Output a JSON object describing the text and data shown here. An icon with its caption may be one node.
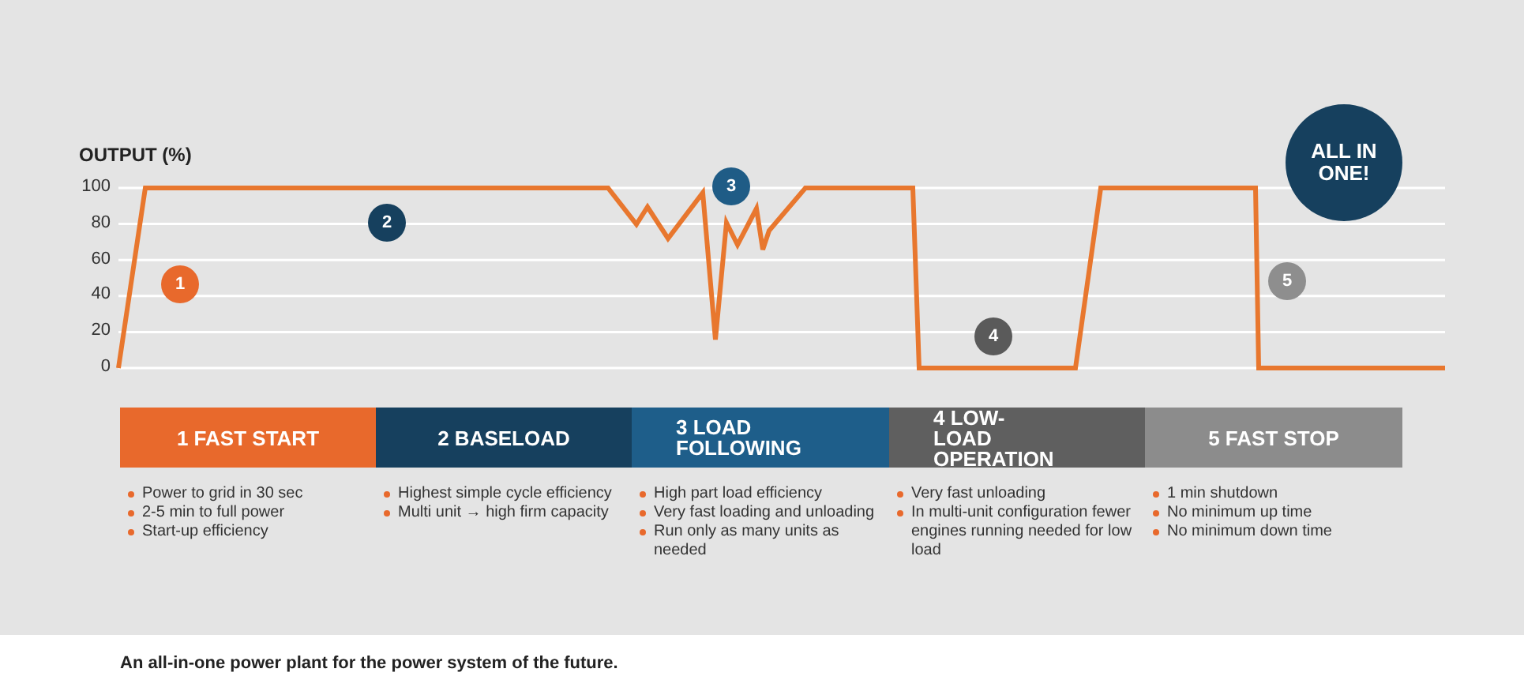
{
  "diagram": {
    "caption": "An all-in-one power plant for the power system of the future.",
    "nodes": [
      {
        "text": [
          "1"
        ]
      },
      {
        "text": [
          "2"
        ]
      },
      {
        "text": [
          "3"
        ]
      },
      {
        "text": [
          "4"
        ]
      },
      {
        "text": [
          "5"
        ]
      },
      {
        "text": [
          "ALL IN ONE!"
        ]
      },
      {
        "text": [
          "1 FAST START"
        ],
        "beside": [
          "Power to grid in 30 sec",
          "2-5 min to full power",
          "Start-up efficiency"
        ]
      },
      {
        "text": [
          "2 BASELOAD"
        ],
        "beside": [
          "Highest simple cycle efficiency",
          "Multi unit → high firm capacity"
        ]
      },
      {
        "text": [
          "3 LOAD FOLLOWING"
        ],
        "beside": [
          "High part load efficiency",
          "Very fast loading and unloading",
          "Run only as many units as needed"
        ]
      },
      {
        "text": [
          "4 LOW-LOAD OPERATION"
        ],
        "beside": [
          "Very fast unloading",
          "In multi-unit configuration fewer engines running needed for low load"
        ]
      },
      {
        "text": [
          "5 FAST STOP"
        ],
        "beside": [
          "1 min shutdown",
          "No minimum up time",
          "No minimum down time"
        ]
      }
    ],
    "labels": [
      "OUTPUT (%)",
      "100",
      "80",
      "60",
      "40",
      "20",
      "0"
    ]
  }
}
